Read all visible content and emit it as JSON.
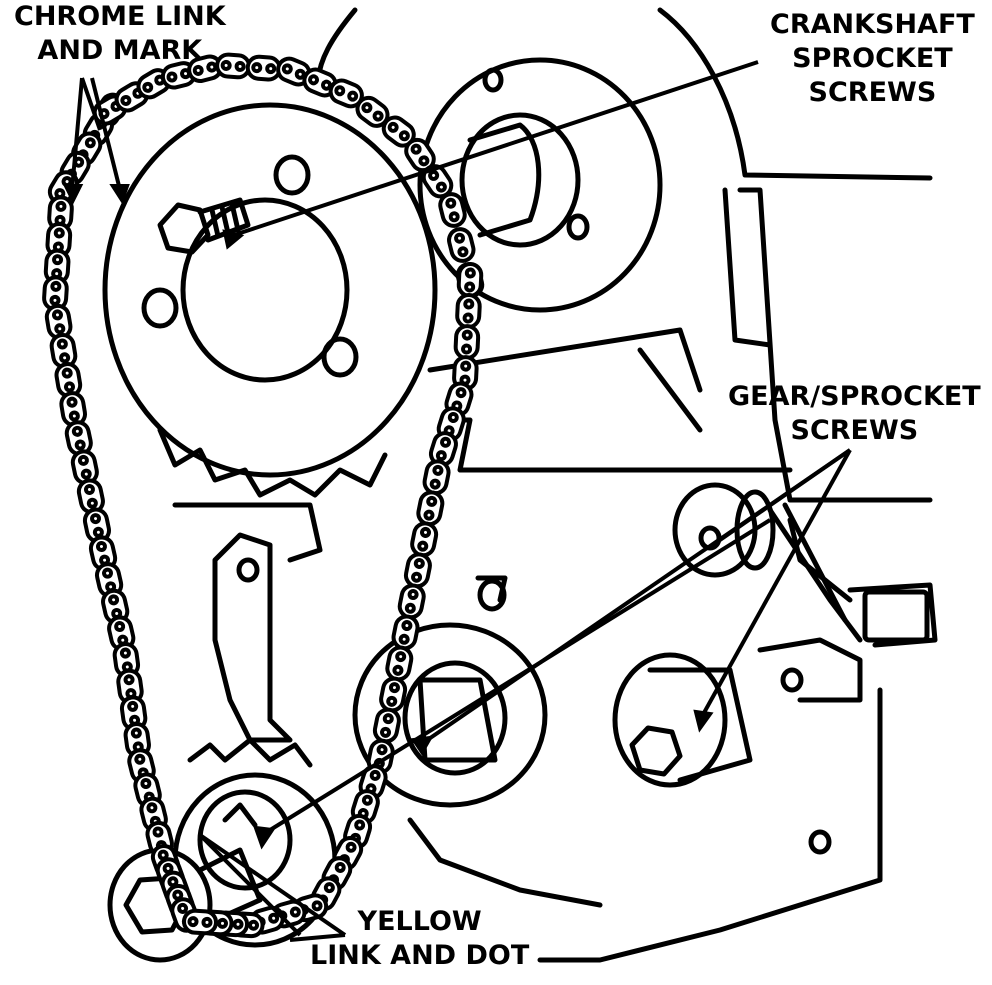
{
  "callouts": {
    "chrome_link": {
      "line1": "CHROME LINK",
      "line2": "AND MARK"
    },
    "crankshaft": {
      "line1": "CRANKSHAFT",
      "line2": "SPROCKET",
      "line3": "SCREWS"
    },
    "gear_sprocket": {
      "line1": "GEAR/SPROCKET",
      "line2": "SCREWS"
    },
    "yellow_link": {
      "line1": "YELLOW",
      "line2": "LINK AND DOT"
    }
  },
  "colors": {
    "ink": "#000000",
    "paper": "#ffffff"
  }
}
